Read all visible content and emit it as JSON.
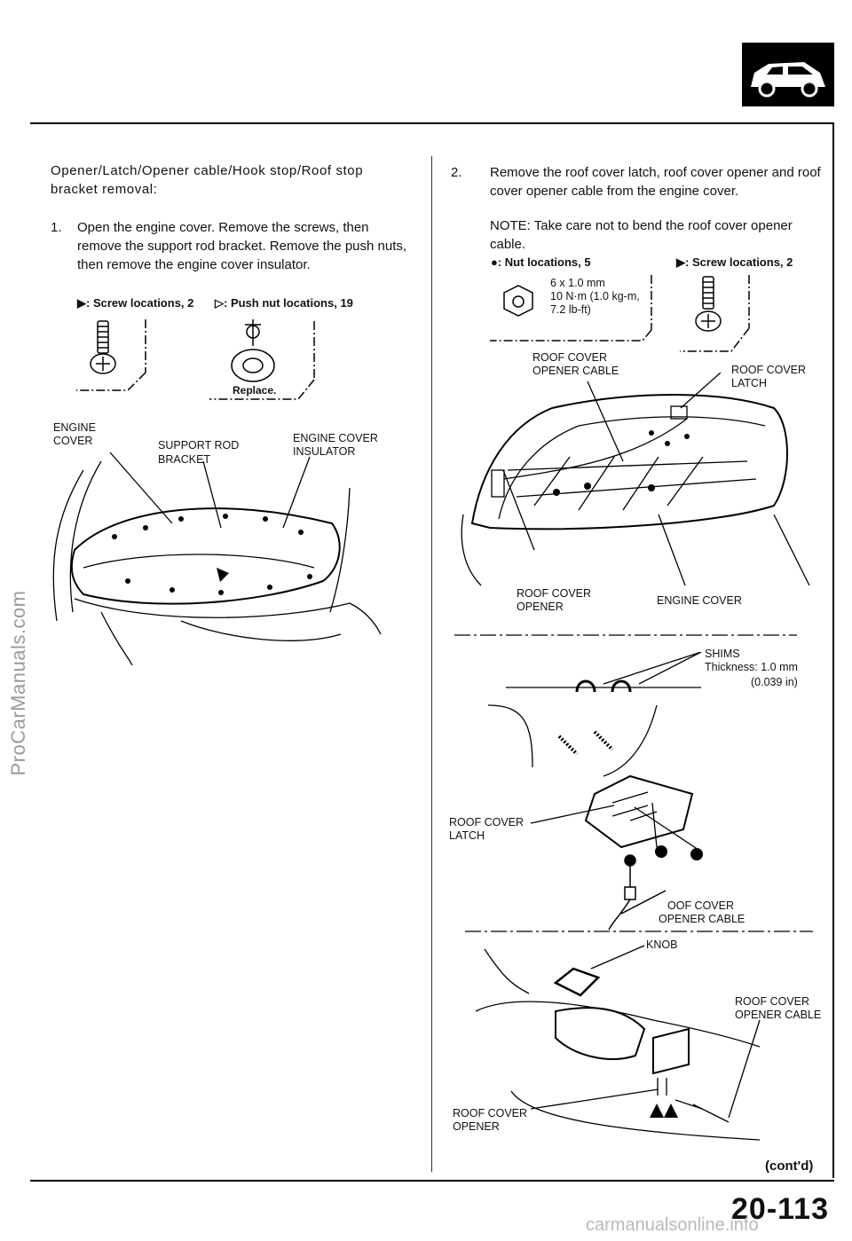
{
  "sidebar_watermark": "ProCarManuals.com",
  "left": {
    "intro": "Opener/Latch/Opener cable/Hook stop/Roof stop bracket removal:",
    "step1_num": "1.",
    "step1_text": "Open the engine cover. Remove the screws, then remove the support rod bracket. Remove the push nuts, then remove the engine cover insulator.",
    "screw_locations": "▶: Screw locations, 2",
    "push_nut_locations": "▷: Push nut locations, 19",
    "replace": "Replace.",
    "label_engine_cover_1": "ENGINE",
    "label_engine_cover_2": "COVER",
    "label_support_rod_1": "SUPPORT ROD",
    "label_support_rod_2": "BRACKET",
    "label_insulator_1": "ENGINE COVER",
    "label_insulator_2": "INSULATOR"
  },
  "right": {
    "step2_num": "2.",
    "step2_text": "Remove the roof cover latch, roof cover opener and roof cover opener cable from the engine cover.",
    "note": "NOTE: Take care not to bend the roof cover opener cable.",
    "nut_locations": "●: Nut locations, 5",
    "screw_locations": "▶: Screw locations, 2",
    "nut_spec_1": "6 x 1.0 mm",
    "nut_spec_2": "10 N·m (1.0 kg-m,",
    "nut_spec_3": "7.2 lb-ft)",
    "label_opener_cable_1": "ROOF COVER",
    "label_opener_cable_2": "OPENER CABLE",
    "label_latch_1": "ROOF COVER",
    "label_latch_2": "LATCH",
    "label_opener_1": "ROOF COVER",
    "label_opener_2": "OPENER",
    "label_engine_cover": "ENGINE COVER",
    "shims_1": "SHIMS",
    "shims_2": "Thickness: 1.0 mm",
    "shims_3": "(0.039 in)",
    "label_latch2_1": "ROOF COVER",
    "label_latch2_2": "LATCH",
    "label_cable2_1": "OOF COVER",
    "label_cable2_2": "OPENER CABLE",
    "label_knob": "KNOB",
    "label_cable3_1": "ROOF COVER",
    "label_cable3_2": "OPENER CABLE",
    "label_opener3_1": "ROOF COVER",
    "label_opener3_2": "OPENER"
  },
  "contd": "(cont'd)",
  "page_number": "20-113",
  "footer_watermark": "carmanualsonline.info"
}
